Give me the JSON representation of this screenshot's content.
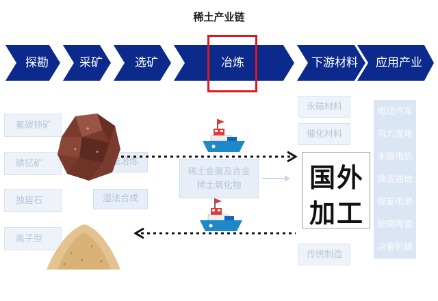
{
  "title": "稀土产业链",
  "chain": [
    "探勘",
    "采矿",
    "选矿",
    "冶炼",
    "下游材料",
    "应用产业"
  ],
  "highlighted_stage": "冶炼",
  "minerals": [
    "氟碳铈矿",
    "磷钇矿",
    "独居石",
    "离子型"
  ],
  "processes": [
    "火法冶炼",
    "湿法合成"
  ],
  "intermediate": [
    "稀土金属及合金",
    "稀土氧化物"
  ],
  "materials": [
    "永磁材料",
    "催化材料",
    "传统制造"
  ],
  "applications": [
    "电动汽车",
    "风力发电",
    "永磁电机",
    "微波通信",
    "镍氢电池",
    "玻璃陶瓷",
    "冶金机械"
  ],
  "overlay": [
    "国外",
    "加工"
  ],
  "colors": {
    "chevron": "#0b2a8c",
    "highlight": "#e0161b",
    "ship_hull": "#1e88c8",
    "ship_cabin": "#e53935"
  }
}
